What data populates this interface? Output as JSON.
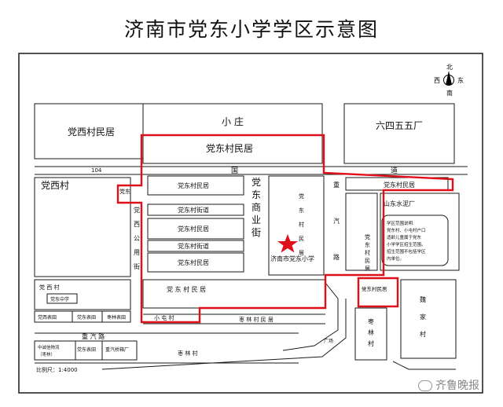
{
  "title": "济南市党东小学学区示意图",
  "compass": {
    "north": "北",
    "west": "西",
    "east": "东",
    "south": "南"
  },
  "labels": {
    "xiaozhuang": "小  庄",
    "dangxi_residence_top": "党西村民居",
    "dangdong_residence_top": "党东村民居",
    "factory_6455": "六四五五厂",
    "road_104": "104",
    "guo": "国",
    "dao": "道",
    "dangxi_village": "党西村",
    "dangdong_small": "党东",
    "dangxi_public_road": [
      "党",
      "西",
      "公",
      "用",
      "街"
    ],
    "dangdong_residence_1": "党东村民居",
    "dangdong_street_1": "党东村街道",
    "dangdong_residence_2": "党东村民居",
    "dangdong_street_2": "党东村街道",
    "dangdong_residence_3": "党东村民居",
    "dangdong_commercial_street": [
      "党",
      "东",
      "商",
      "业",
      "街"
    ],
    "dangdong_village_vertical": [
      "党",
      "东",
      "村",
      "民",
      "居"
    ],
    "school_name": "济南市党东小学",
    "heavy_auto_road": [
      "重",
      "汽",
      "路"
    ],
    "dangdong_residence_right": "党东村民居",
    "shandong_cement": "山东水泥厂",
    "dangdong_residence_right_vertical": [
      "党",
      "东",
      "村",
      "民",
      "居"
    ],
    "note_lines": [
      "学区范围说明:",
      "党东村、小屯村户口",
      "适龄儿童属于党东",
      "小学学区招生范围。",
      "招生范围不包括学区",
      "内单位。"
    ],
    "dangdong_residence_small": "党东村民居",
    "lu_jia_village": [
      "魏",
      "家",
      "村"
    ],
    "dangxi_village_row": "党    西    村",
    "dangdong_middle_school": "党东中学",
    "dangxi_table": "党西表田",
    "dangdong_table": "党东表田",
    "zaolin_table": "枣林表田",
    "dangdong_residence_long": "党    东    村    民    居",
    "xiaotun_village": "小  屯  村",
    "zaolin_residence": "枣  林  村  民  居",
    "heavy_auto_road_h": "重        汽        路",
    "zaolin_village_vertical": [
      "枣",
      "林",
      "村"
    ],
    "guangchang": "广场",
    "zhongcheng_logistics": [
      "中诚信物流",
      "（枣林）"
    ],
    "dangdong_table_2": "党东表田",
    "heavy_auto_factory": "重汽桥箱厂",
    "zaolin_village": "枣    林    村",
    "scale": "比例尺：1:4000"
  },
  "colors": {
    "boundary": "#e0101a",
    "star": "#e0101a",
    "line": "#1a1a1a"
  },
  "logo_text": "齐鲁晚报"
}
